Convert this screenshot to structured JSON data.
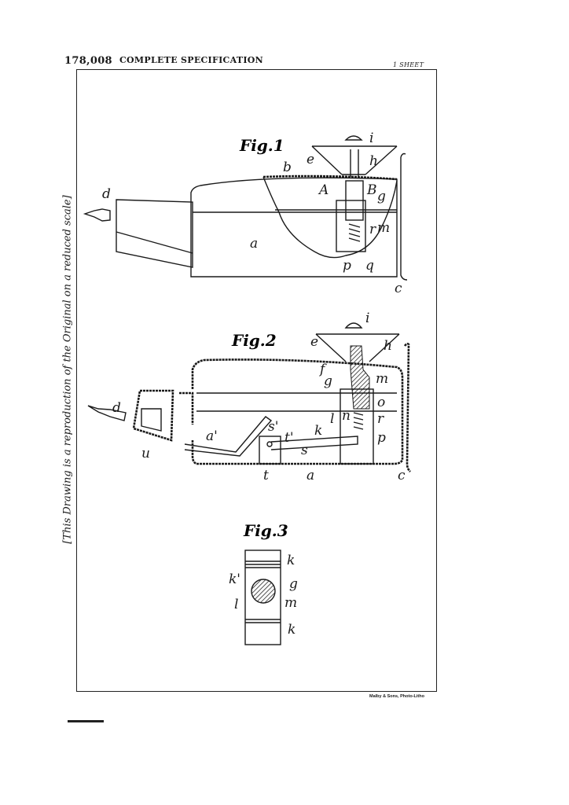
{
  "header": {
    "patent_number": "178,008",
    "title": "COMPLETE SPECIFICATION",
    "sheet": "1 SHEET"
  },
  "side_note": "[This Drawing is a reproduction of the Original on a reduced scale]",
  "credit": "Malby & Sons, Photo-Litho",
  "figures": [
    {
      "title": "Fig.1",
      "labels": {
        "i": "i",
        "e": "e",
        "h": "h",
        "b": "b",
        "A": "A",
        "B": "B",
        "g": "g",
        "d": "d",
        "r": "r",
        "m": "m",
        "a": "a",
        "p": "p",
        "q": "q",
        "c": "c"
      }
    },
    {
      "title": "Fig.2",
      "labels": {
        "i": "i",
        "e": "e",
        "h": "h",
        "f": "f",
        "g": "g",
        "m": "m",
        "o": "o",
        "d": "d",
        "l": "l",
        "n": "n",
        "r": "r",
        "k": "k",
        "s1": "s'",
        "t1": "t'",
        "a1": "a'",
        "p": "p",
        "s": "s",
        "u": "u",
        "t": "t",
        "a": "a",
        "c": "c"
      }
    },
    {
      "title": "Fig.3",
      "labels": {
        "k_top": "k",
        "k1": "k'",
        "g": "g",
        "l": "l",
        "m": "m",
        "k_bottom": "k"
      }
    }
  ]
}
